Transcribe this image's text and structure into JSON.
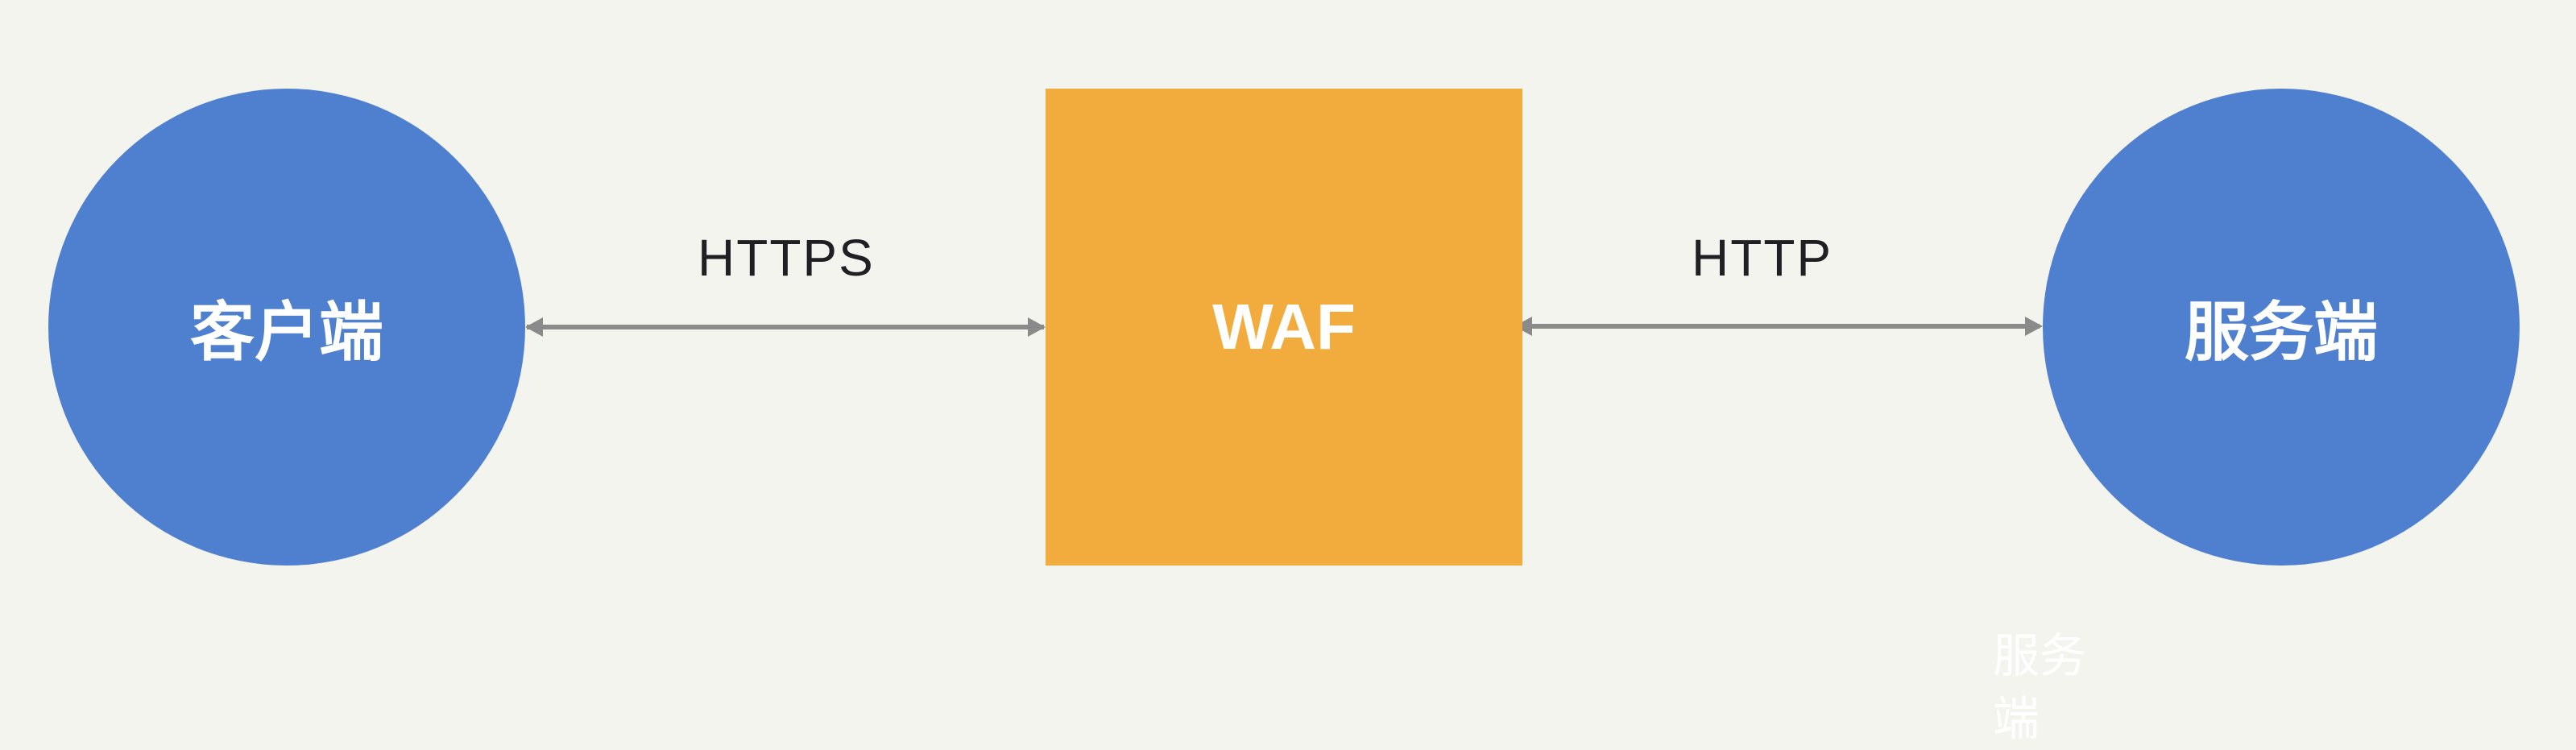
{
  "nodes": {
    "client": {
      "label": "客户端",
      "fill": "#4f80cf"
    },
    "waf": {
      "label": "WAF",
      "fill": "#f2ab3d"
    },
    "server": {
      "label": "服务端",
      "fill": "#4f80cf"
    }
  },
  "edges": {
    "client_waf": {
      "label": "HTTPS",
      "direction": "bidirectional",
      "color": "#8a8a8a"
    },
    "waf_server": {
      "label": "HTTP",
      "direction": "bidirectional",
      "color": "#8a8a8a"
    }
  },
  "ghost_label": "服务端"
}
